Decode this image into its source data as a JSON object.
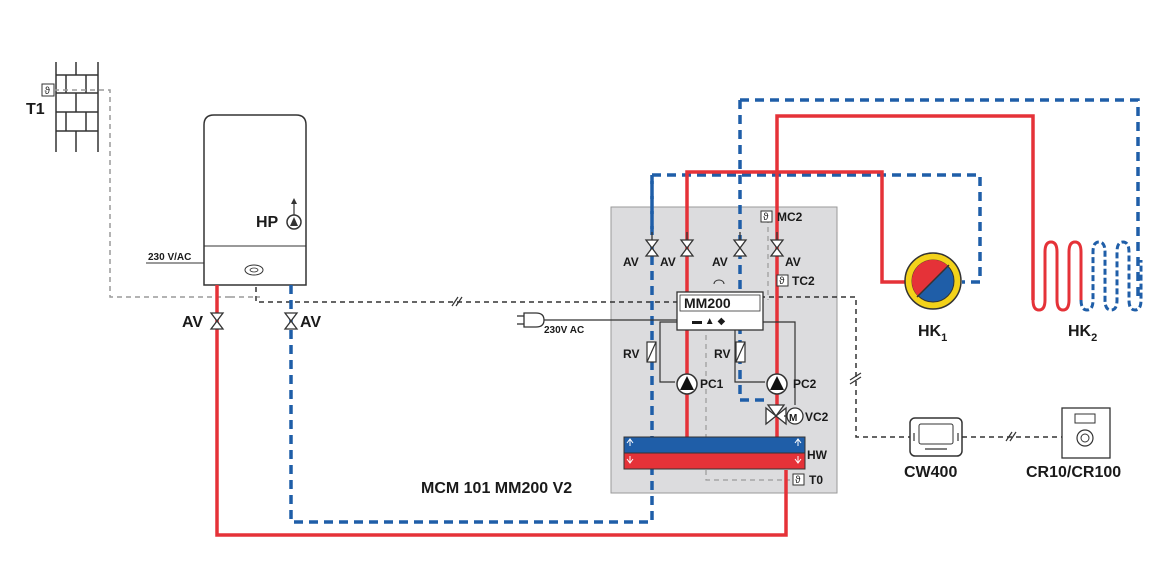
{
  "colors": {
    "supply": "#e53238",
    "return": "#1f5ea8",
    "signal": "#333333",
    "module_bg": "#dcdcde",
    "pipe_gray": "#9a9a9a"
  },
  "labels": {
    "t1": "T1",
    "hp": "HP",
    "boiler_power": "230 V/AC",
    "av": "AV",
    "mm200": "MM200",
    "plug_power": "230V AC",
    "mc2": "MC2",
    "tc2": "TC2",
    "rv": "RV",
    "pc1": "PC1",
    "pc2": "PC2",
    "vc2": "VC2",
    "m": "M",
    "hw": "HW",
    "t0": "T0",
    "module_name": "MCM 101 MM200 V2",
    "hk1": "HK",
    "hk1_sub": "1",
    "hk2": "HK",
    "hk2_sub": "2",
    "cw400": "CW400",
    "cr10": "CR10/CR100"
  },
  "icons": [
    "wall-icon",
    "temperature-sensor-icon",
    "pump-icon",
    "valve-icon",
    "plug-icon",
    "thermostat-icon",
    "floor-heating-coil-icon",
    "radiator-icon",
    "heat-exchanger-icon"
  ]
}
